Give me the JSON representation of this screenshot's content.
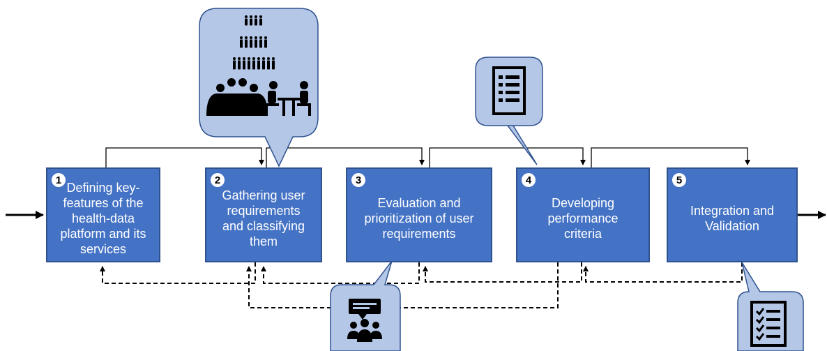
{
  "steps": [
    {
      "number": "1",
      "label": "Defining key-\nfeatures of the\nhealth-data\nplatform and its\nservices"
    },
    {
      "number": "2",
      "label": "Gathering user\nrequirements\nand classifying\nthem"
    },
    {
      "number": "3",
      "label": "Evaluation  and\nprioritization of user\nrequirements"
    },
    {
      "number": "4",
      "label": "Developing\nperformance\ncriteria"
    },
    {
      "number": "5",
      "label": "Integration and\nValidation"
    }
  ],
  "callouts": [
    {
      "id": "stakeholders",
      "icons": [
        "people-pyramid-icon",
        "meeting-icon",
        "interview-icon"
      ]
    },
    {
      "id": "checklist",
      "icons": [
        "checklist-icon"
      ]
    },
    {
      "id": "discussion",
      "icons": [
        "group-discussion-icon"
      ]
    },
    {
      "id": "validation",
      "icons": [
        "validation-checklist-icon"
      ]
    }
  ],
  "colors": {
    "box_fill": "#4472c4",
    "box_border": "#2f528f",
    "callout_fill": "#b4c7e7",
    "callout_border": "#2f528f",
    "arrow": "#000000"
  }
}
